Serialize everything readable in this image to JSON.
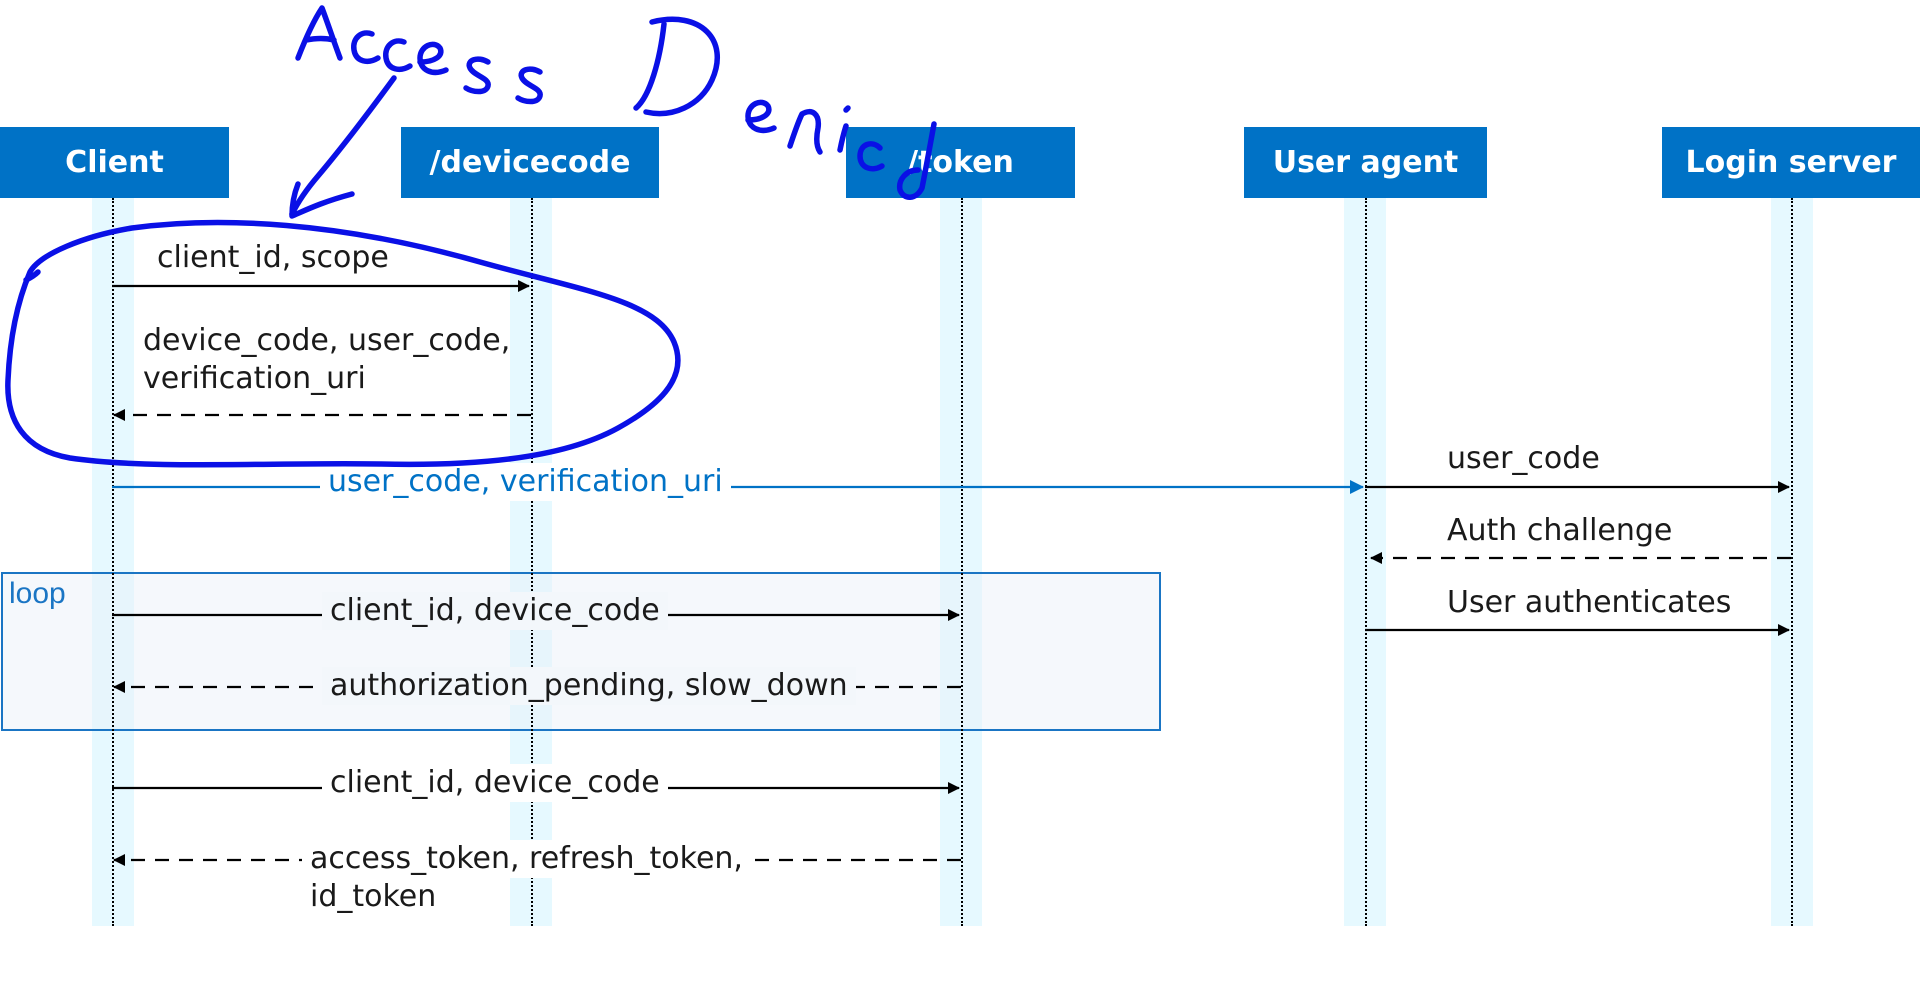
{
  "participants": [
    {
      "label": "Client"
    },
    {
      "label": "/devicecode"
    },
    {
      "label": "/token"
    },
    {
      "label": "User agent"
    },
    {
      "label": "Login server"
    }
  ],
  "loop_label": "loop",
  "messages": {
    "m1": "client_id, scope",
    "m2_line1": "device_code, user_code,",
    "m2_line2": "verification_uri",
    "m3": "user_code, verification_uri",
    "m4": "user_code",
    "m5": "Auth challenge",
    "m6": "User authenticates",
    "m7": "client_id, device_code",
    "m8": "authorization_pending, slow_down",
    "m9": "client_id, device_code",
    "m10_line1": "access_token, refresh_token,",
    "m10_line2": "id_token"
  },
  "annotation": {
    "handwritten_text": "Access Denied"
  },
  "colors": {
    "participant_fill": "#0072c6",
    "participant_text": "#ffffff",
    "lifeline_band": "#e6f9ff",
    "loop_border": "#1a75c4",
    "highlight_message": "#0072c6",
    "annotation_ink": "#0a10e6"
  }
}
